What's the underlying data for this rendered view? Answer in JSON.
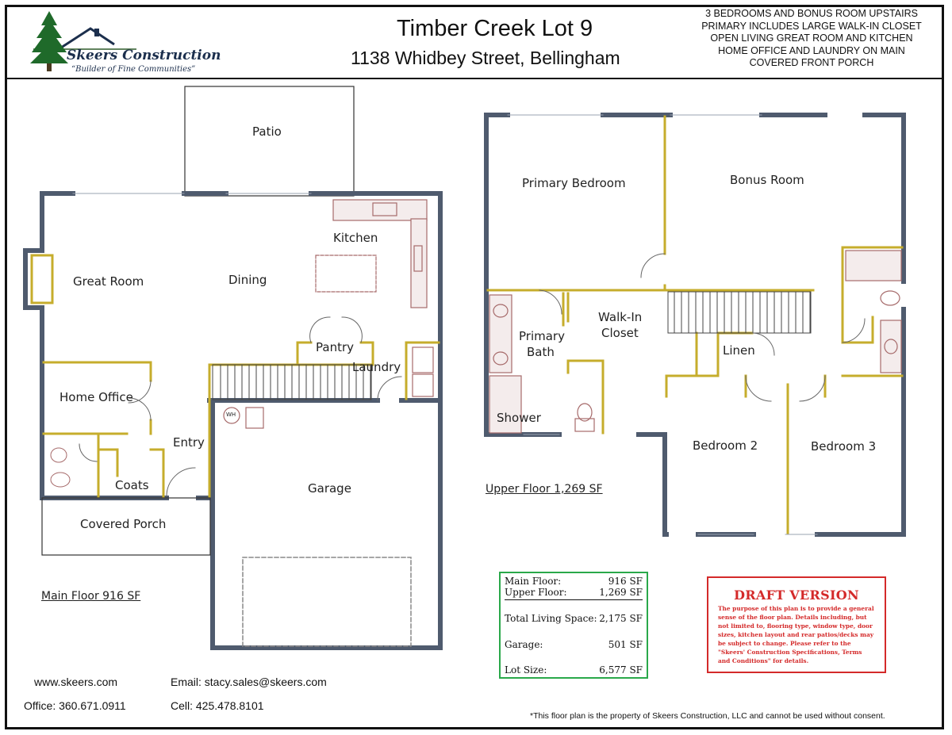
{
  "header": {
    "company": "Skeers Construction",
    "tagline": "“Builder of Fine Communities”",
    "title": "Timber Creek Lot 9",
    "address": "1138 Whidbey Street, Bellingham",
    "features": [
      "3 BEDROOMS AND BONUS ROOM UPSTAIRS",
      "PRIMARY INCLUDES LARGE WALK-IN CLOSET",
      "OPEN LIVING GREAT ROOM AND KITCHEN",
      "HOME OFFICE AND LAUNDRY ON MAIN",
      "COVERED FRONT PORCH"
    ]
  },
  "main_floor": {
    "rooms": {
      "patio": "Patio",
      "kitchen": "Kitchen",
      "great_room": "Great Room",
      "dining": "Dining",
      "pantry": "Pantry",
      "laundry": "Laundry",
      "home_office": "Home Office",
      "entry": "Entry",
      "coats": "Coats",
      "garage": "Garage",
      "covered_porch": "Covered Porch",
      "water_heater": "WH"
    },
    "label": "Main Floor   916 SF"
  },
  "upper_floor": {
    "rooms": {
      "primary_bedroom": "Primary Bedroom",
      "bonus_room": "Bonus Room",
      "walk_in_closet_1": "Walk-In",
      "walk_in_closet_2": "Closet",
      "primary_bath_1": "Primary",
      "primary_bath_2": "Bath",
      "shower": "Shower",
      "linen": "Linen",
      "bedroom_2": "Bedroom 2",
      "bedroom_3": "Bedroom 3"
    },
    "label": "Upper Floor   1,269 SF"
  },
  "stats": [
    {
      "k": "Main Floor:",
      "v": "916 SF"
    },
    {
      "k": "Upper Floor:",
      "v": "1,269 SF"
    },
    {
      "k": "Total Living Space:",
      "v": "2,175 SF"
    },
    {
      "k": "Garage:",
      "v": "501 SF"
    },
    {
      "k": "Lot Size:",
      "v": "6,577 SF"
    }
  ],
  "draft": {
    "heading": "DRAFT VERSION",
    "body": "The purpose of this plan is to provide a general sense of the floor plan.  Details including, but not limited to, flooring type, window type, door sizes, kitchen layout and rear patios/decks may be subject to change.  Please refer to the \"Skeers' Construction Specifications, Terms and Conditions\" for details."
  },
  "contact": {
    "website": "www.skeers.com",
    "email": "Email: stacy.sales@skeers.com",
    "office": "Office: 360.671.0911",
    "cell": "Cell: 425.478.8101"
  },
  "footer": "*This floor plan is the property of Skeers Construction, LLC and cannot be used without consent.",
  "colors": {
    "wall": "#4f5b6e",
    "interior_wall": "#c6ad2c",
    "fixture": "#a66a6a",
    "stats_border": "#2aa84a",
    "draft_red": "#d42a2a"
  }
}
